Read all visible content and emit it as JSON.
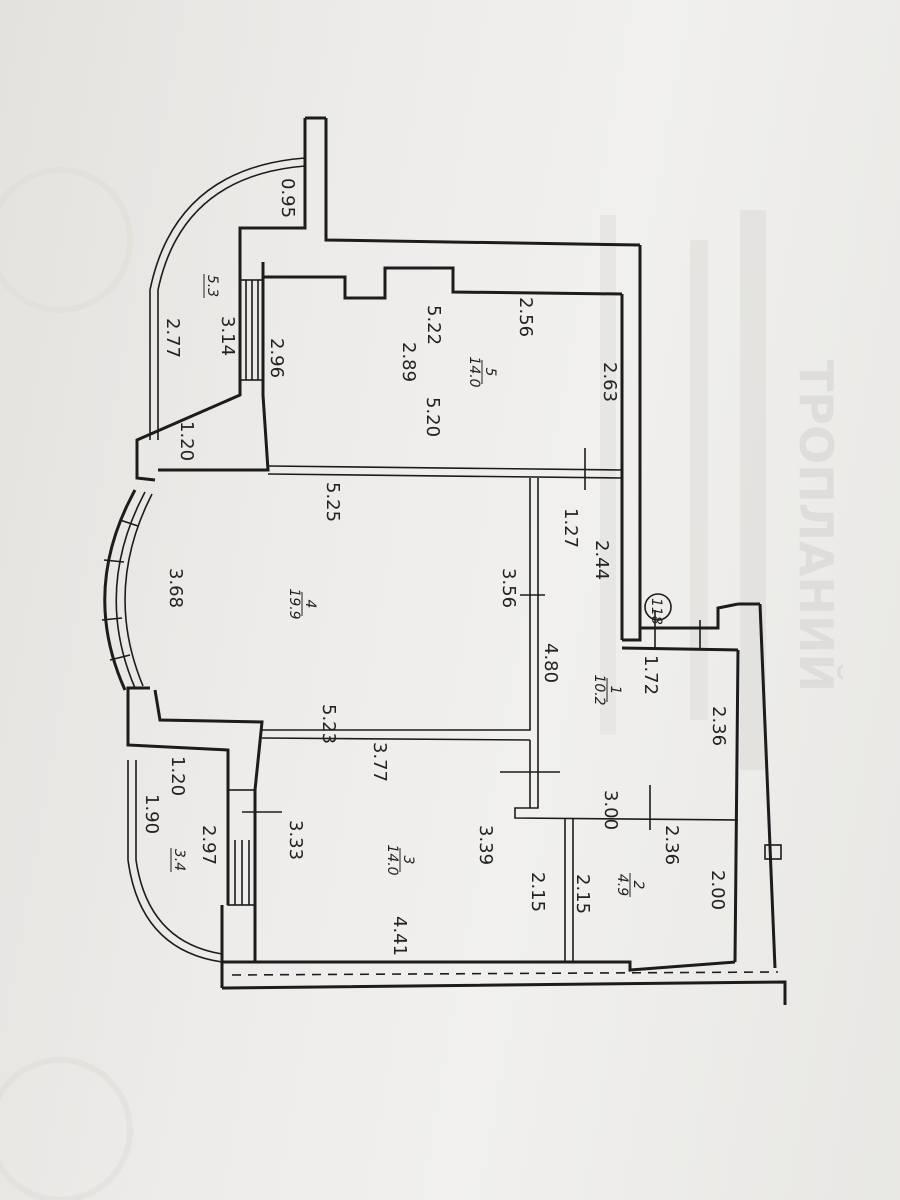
{
  "plan": {
    "room_markers": [
      {
        "id": "5",
        "area": "14.0"
      },
      {
        "id": "4",
        "area": "19.9"
      },
      {
        "id": "1",
        "area": "10.2"
      },
      {
        "id": "3",
        "area": "14.0"
      },
      {
        "id": "2",
        "area": "4.9"
      }
    ],
    "balcony_labels": [
      {
        "id": "5.3"
      },
      {
        "id": "3.4"
      }
    ],
    "apartment_badge": "118",
    "dimensions": {
      "d095": "0.95",
      "d277": "2.77",
      "d314": "3.14",
      "d296": "2.96",
      "d522": "5.22",
      "d256": "2.56",
      "d289": "2.89",
      "d520": "5.20",
      "d263": "2.63",
      "d120a": "1.20",
      "d525": "5.25",
      "d127": "1.27",
      "d244": "2.44",
      "d368": "3.68",
      "d356": "3.56",
      "d480": "4.80",
      "d172": "1.72",
      "d523": "5.23",
      "d236a": "2.36",
      "d120b": "1.20",
      "d377": "3.77",
      "d190": "1.90",
      "d297": "2.97",
      "d333": "3.33",
      "d339": "3.39",
      "d300": "3.00",
      "d236b": "2.36",
      "d215a": "2.15",
      "d215b": "2.15",
      "d200": "2.00",
      "d441": "4.41"
    }
  }
}
